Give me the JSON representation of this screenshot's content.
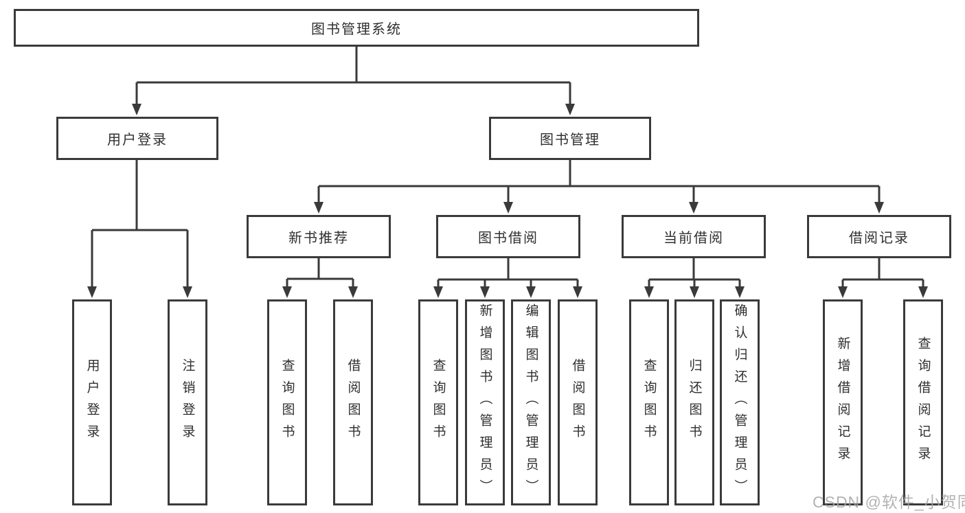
{
  "diagram": {
    "root_label": "图书管理系统",
    "level2": {
      "user_login": "用户登录",
      "book_mgmt": "图书管理"
    },
    "level3": {
      "new_books": "新书推荐",
      "borrowing": "图书借阅",
      "current": "当前借阅",
      "records": "借阅记录"
    },
    "leaves": {
      "user_login_1": "用户登录",
      "user_login_2": "注销登录",
      "new_books_1": "查询图书",
      "new_books_2": "借阅图书",
      "borrowing_1": "查询图书",
      "borrowing_2": "新增图书（管理员）",
      "borrowing_3": "编辑图书（管理员）",
      "borrowing_4": "借阅图书",
      "current_1": "查询图书",
      "current_2": "归还图书",
      "current_3": "确认归还（管理员）",
      "records_1": "新增借阅记录",
      "records_2": "查询借阅记录"
    }
  },
  "watermark": {
    "text": "CSDN @软件_小贺同学"
  },
  "colors": {
    "line": "#3a3a3a",
    "text": "#2f2f2f",
    "background": "#ffffff",
    "watermark": "#a5a5a5"
  }
}
